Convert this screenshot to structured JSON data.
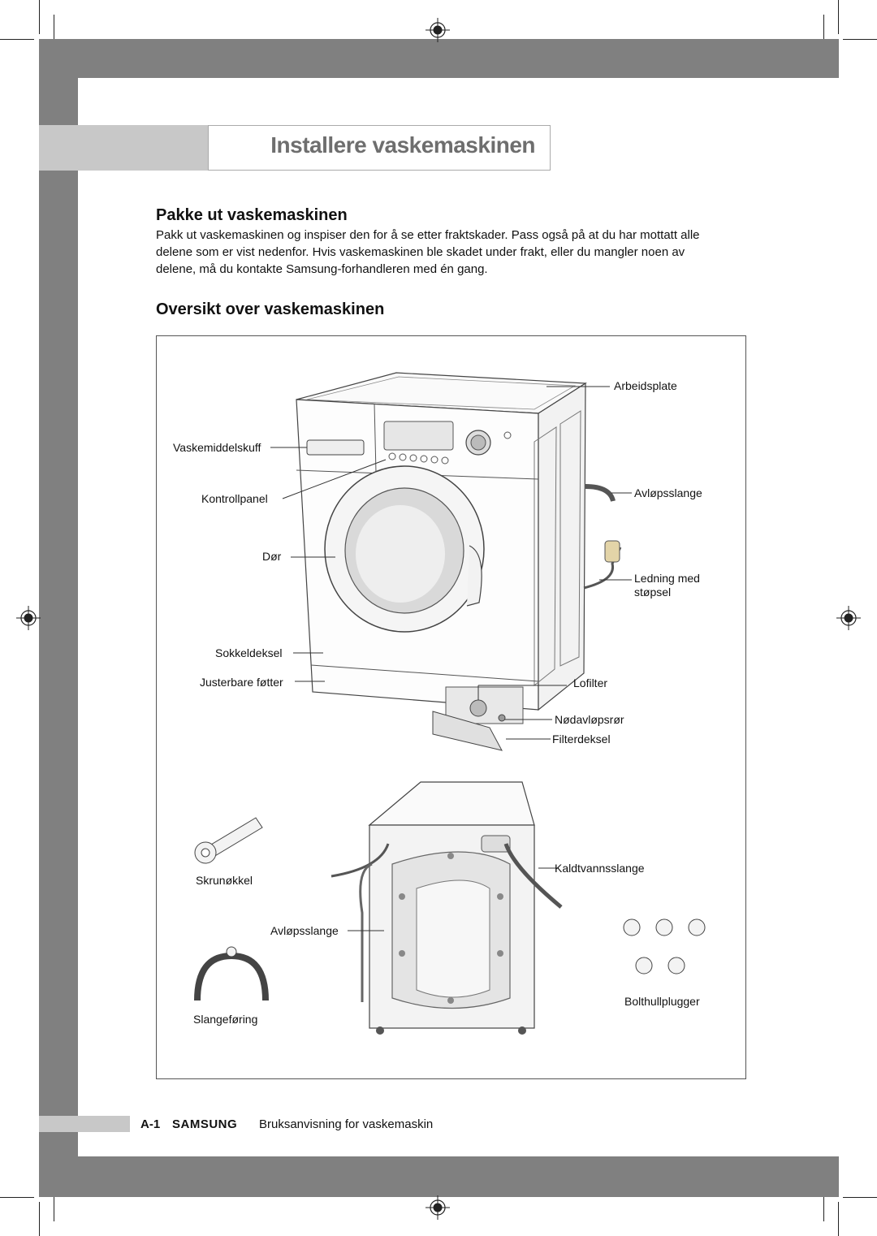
{
  "page": {
    "title": "Installere vaskemaskinen"
  },
  "section_unpack": {
    "heading": "Pakke ut vaskemaskinen",
    "body": "Pakk ut vaskemaskinen og inspiser den for å se etter fraktskader. Pass også på at du har mottatt alle delene som er vist nedenfor. Hvis vaskemaskinen ble skadet under frakt, eller du mangler noen av delene, må du kontakte Samsung-forhandleren med én gang."
  },
  "section_overview": {
    "heading": "Oversikt over vaskemaskinen"
  },
  "labels": {
    "arbeidsplate": "Arbeidsplate",
    "vaskemiddelskuff": "Vaskemiddelskuff",
    "kontrollpanel": "Kontrollpanel",
    "avlopsslange_top": "Avløpsslange",
    "dor": "Dør",
    "ledning_line1": "Ledning med",
    "ledning_line2": "støpsel",
    "sokkeldeksel": "Sokkeldeksel",
    "justerbare": "Justerbare føtter",
    "lofilter": "Lofilter",
    "nodavlopsror": "Nødavløpsrør",
    "filterdeksel": "Filterdeksel",
    "skrunokkel": "Skrunøkkel",
    "kaldtvannsslange": "Kaldtvannsslange",
    "avlopsslange_bottom": "Avløpsslange",
    "bolthullplugger": "Bolthullplugger",
    "slangeforing": "Slangeføring"
  },
  "footer": {
    "page_number": "A-1",
    "brand": "SAMSUNG",
    "doc_title": "Bruksanvisning for vaskemaskin"
  }
}
